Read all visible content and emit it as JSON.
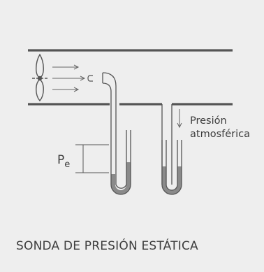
{
  "labels": {
    "pressure_symbol": "P",
    "pressure_subscript": "e",
    "atmospheric_line1": "Presión",
    "atmospheric_line2": "atmosférica"
  },
  "caption": "SONDA DE PRESIÓN ESTÁTICA",
  "colors": {
    "background": "#eeeeee",
    "pipe_wall": "#555555",
    "fluid": "#8a8a8a",
    "arrow": "#666666",
    "text": "#3d3d3d"
  }
}
